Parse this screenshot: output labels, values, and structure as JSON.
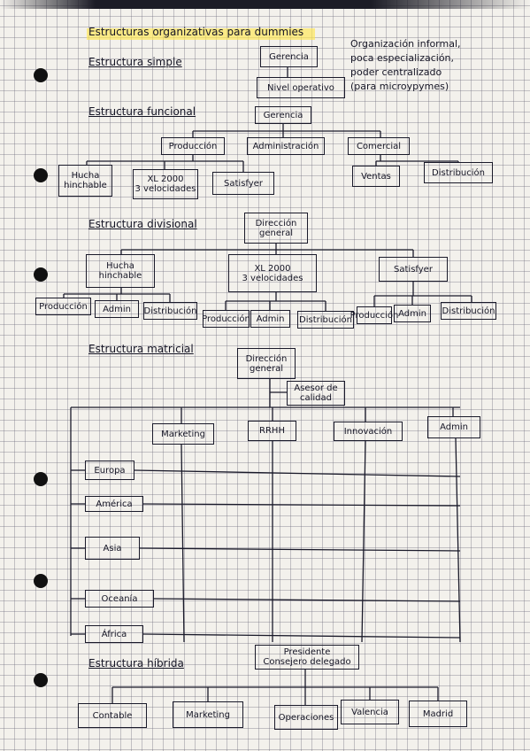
{
  "title": "Estructuras organizativas para dummies",
  "simple": {
    "heading": "Estructura simple",
    "boxes": [
      "Gerencia",
      "Nivel operativo"
    ],
    "note": "Organización informal,\npoca especialización,\npoder centralizado\n(para microypymes)"
  },
  "funcional": {
    "heading": "Estructura funcional",
    "root": "Gerencia",
    "areas": [
      "Producción",
      "Administración",
      "Comercial"
    ],
    "products": [
      "Hucha hinchable",
      "XL 2000\n3 velocidades",
      "Satisfyer"
    ],
    "comercial": [
      "Ventas",
      "Distribución"
    ]
  },
  "divisional": {
    "heading": "Estructura divisional",
    "root": "Dirección general",
    "divisions": [
      "Hucha hinchable",
      "XL 2000\n3 velocidades",
      "Satisfyer"
    ],
    "sub": [
      "Producción",
      "Admin",
      "Distribución",
      "Producción",
      "Admin",
      "Distribución",
      "Producción",
      "Admin",
      "Distribución"
    ]
  },
  "matricial": {
    "heading": "Estructura matricial",
    "root": "Dirección general",
    "staff": "Asesor de calidad",
    "columns": [
      "Marketing",
      "RRHH",
      "Innovación",
      "Admin"
    ],
    "rows": [
      "Europa",
      "América",
      "Asia",
      "Oceanía",
      "África"
    ]
  },
  "hibrida": {
    "heading": "Estructura híbrida",
    "root": "Presidente\nConsejero delegado",
    "children": [
      "Contable",
      "Marketing",
      "Operaciones",
      "Valencia",
      "Madrid"
    ]
  },
  "colors": {
    "ink": "#151525",
    "highlight": "#ffe650",
    "paper": "#f3f1ec"
  }
}
